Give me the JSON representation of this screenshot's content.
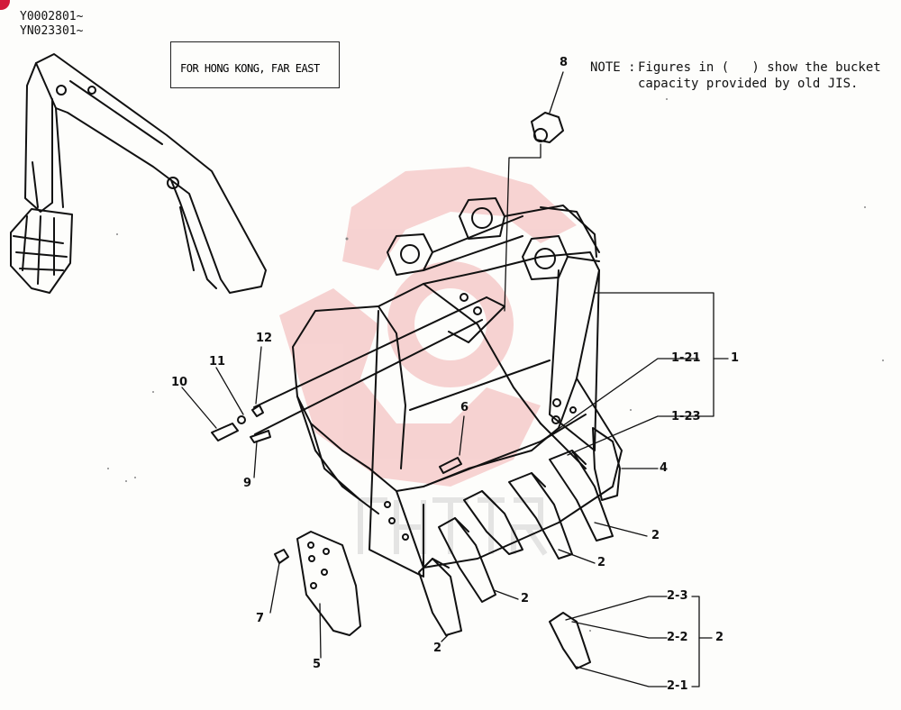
{
  "serials": [
    "Y0002801~",
    "YN023301~"
  ],
  "region_label": "FOR HONG KONG, FAR EAST",
  "note": {
    "prefix": "NOTE :",
    "line1": "Figures in (   ) show the bucket",
    "line2": "capacity provided by old JIS."
  },
  "callouts": {
    "c8": "8",
    "c12": "12",
    "c11": "11",
    "c10": "10",
    "c9": "9",
    "c6": "6",
    "c7": "7",
    "c5": "5",
    "c4": "4",
    "c1_21": "1-21",
    "c1": "1",
    "c1_23": "1-23",
    "c2_a": "2",
    "c2_b": "2",
    "c2_c": "2",
    "c2_d": "2",
    "c2_3": "2-3",
    "c2_2": "2-2",
    "c2_1": "2-1",
    "c2_group": "2"
  },
  "colors": {
    "ink": "#111111",
    "watermark": "#f2b8b8",
    "marker": "#d2193a"
  }
}
